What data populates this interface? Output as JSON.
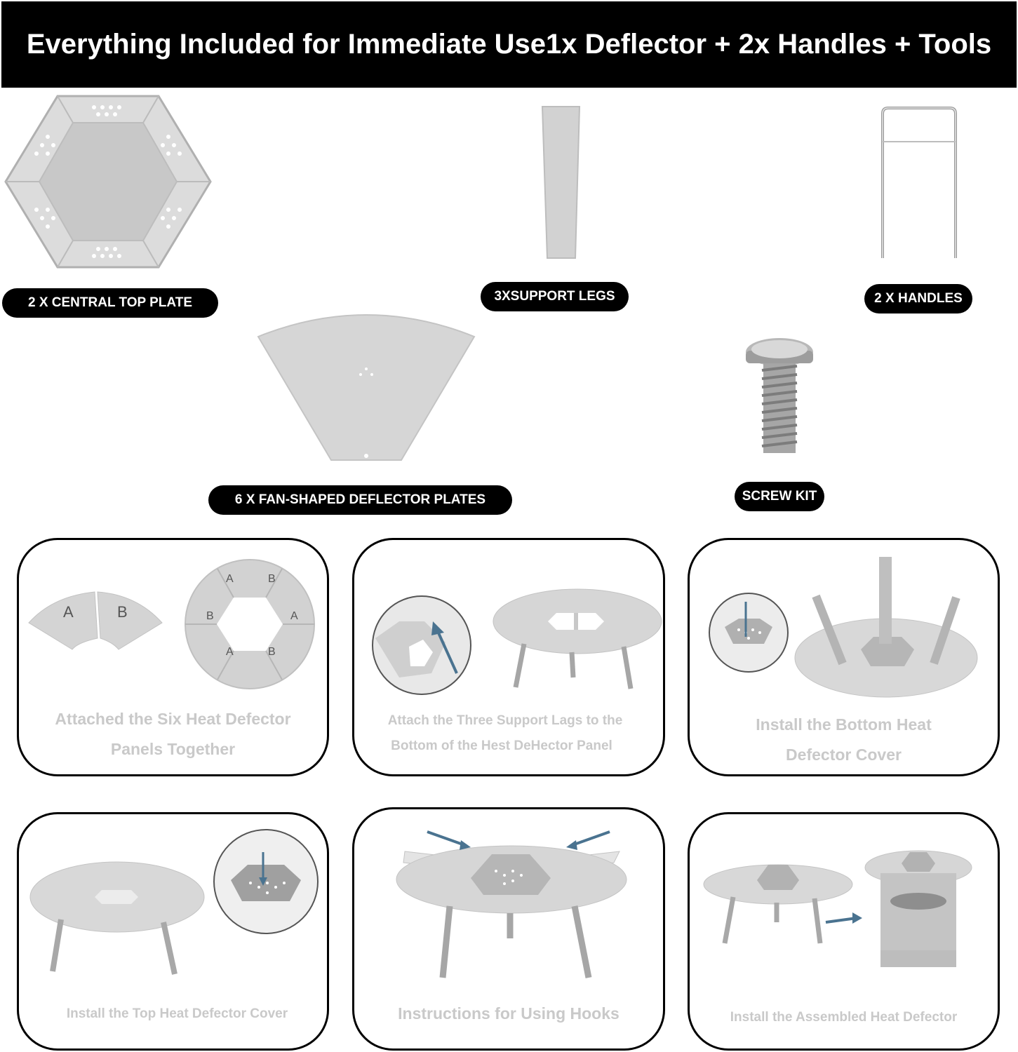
{
  "header": {
    "title": "Everything Included for Immediate Use1x Deflector + 2x Handles + Tools"
  },
  "parts": {
    "top_plate": "2 X CENTRAL TOP PLATE",
    "legs": "3XSUPPORT LEGS",
    "handles": "2 X HANDLES",
    "deflector_plates": "6 X FAN-SHAPED DEFLECTOR PLATES",
    "screw": "SCREW KIT"
  },
  "steps": {
    "s1": {
      "line1": "Attached the Six Heat Defector",
      "line2": "Panels Together",
      "panel_a": "A",
      "panel_b": "B"
    },
    "s2": {
      "line1": "Attach the Three Support Lags to the",
      "line2": "Bottom of the Hest DeHector Panel"
    },
    "s3": {
      "line1": "Install the Bottom Heat",
      "line2": "Defector Cover"
    },
    "s4": {
      "line1": "Install the Top Heat Defector Cover"
    },
    "s5": {
      "line1": "Instructions for Using Hooks"
    },
    "s6": {
      "line1": "Install the Assembled Heat Defector"
    }
  },
  "colors": {
    "metal": "#d4d4d4",
    "metal_dark": "#a8a8a8",
    "arrow": "#4a7390",
    "caption": "#c9c9c9"
  }
}
